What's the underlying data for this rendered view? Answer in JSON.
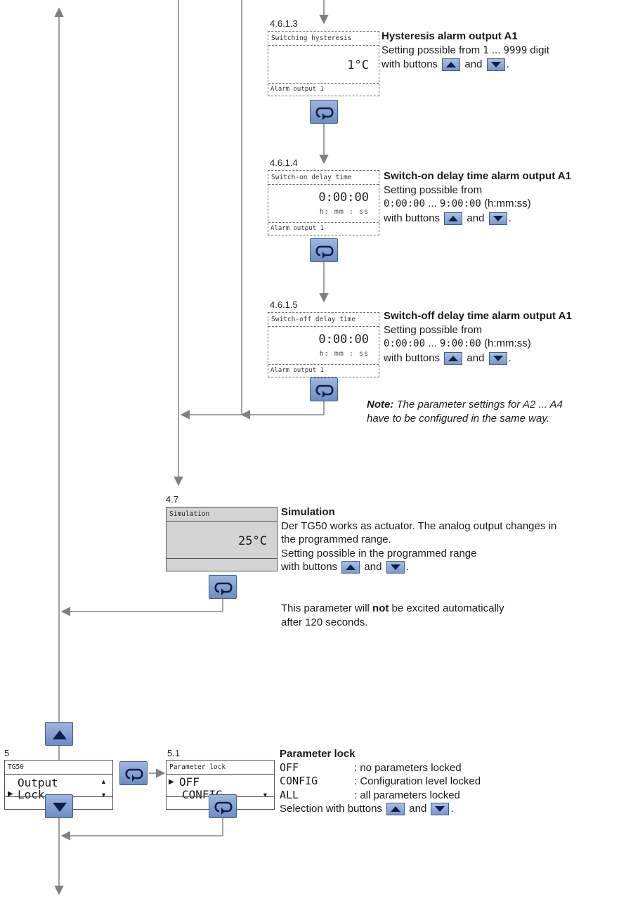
{
  "steps": {
    "s4613": {
      "number": "4.6.1.3",
      "header": "Switching hysteresis",
      "value": "1°C",
      "footer": "Alarm output 1",
      "title": "Hysteresis alarm output A1",
      "line1_pre": "Setting possible from ",
      "line1_min": "1",
      "line1_mid": " ... ",
      "line1_max": "9999",
      "line1_post": " digit",
      "line2_pre": "with buttons",
      "line2_and": "and",
      "line2_post": "."
    },
    "s4614": {
      "number": "4.6.1.4",
      "header": "Switch-on delay time",
      "value": "0:00:00",
      "unit": "h: mm : ss",
      "footer": "Alarm output 1",
      "title": "Switch-on delay time alarm output A1",
      "line1": "Setting possible from",
      "range_min": "0:00:00",
      "range_mid": " ... ",
      "range_max": "9:00:00",
      "range_post": " (h:mm:ss)",
      "line3_pre": "with buttons",
      "line3_and": "and",
      "line3_post": "."
    },
    "s4615": {
      "number": "4.6.1.5",
      "header": "Switch-off delay time",
      "value": "0:00:00",
      "unit": "h: mm : ss",
      "footer": "Alarm output 1",
      "title": "Switch-off delay time alarm output A1",
      "line1": "Setting possible from",
      "range_min": "0:00:00",
      "range_mid": " ... ",
      "range_max": "9:00:00",
      "range_post": " (h:mm:ss)",
      "line3_pre": "with buttons",
      "line3_and": "and",
      "line3_post": "."
    },
    "s47": {
      "number": "4.7",
      "header": "Simulation",
      "value": "25°C",
      "title": "Simulation",
      "line1": "Der TG50 works as actuator. The analog output changes in",
      "line2": "the programmed range.",
      "line3": "Setting possible in the programmed range",
      "line4_pre": "with buttons",
      "line4_and": "and",
      "line4_post": ".",
      "extra_pre": "This parameter will ",
      "extra_bold": "not",
      "extra_post": " be excited automatically",
      "extra_line2": "after 120 seconds."
    },
    "s5": {
      "number": "5",
      "header": "TG50",
      "item1": "Output",
      "item2": "Lock"
    },
    "s51": {
      "number": "5.1",
      "header": "Parameter lock",
      "item1": "OFF",
      "item2": "CONFIG",
      "title": "Parameter lock",
      "opt1_key": "OFF",
      "opt1_desc": ": no parameters locked",
      "opt2_key": "CONFIG",
      "opt2_desc": ": Configuration level locked",
      "opt3_key": "ALL",
      "opt3_desc": ": all parameters locked",
      "sel_pre": "Selection with buttons",
      "sel_and": "and",
      "sel_post": "."
    }
  },
  "note": {
    "label": "Note:",
    "line1": " The parameter settings for A2 ... A4",
    "line2": "have to be configured in the same way."
  },
  "colors": {
    "button_fill": "#8aa5d4",
    "button_border": "#3f5f92",
    "arrow_fill": "#0a1f4a",
    "line": "#808080",
    "grey_display": "#d4d4d4"
  },
  "icons": {
    "cycle": "cycle-arrow-icon",
    "up": "up-triangle-icon",
    "down": "down-triangle-icon"
  }
}
